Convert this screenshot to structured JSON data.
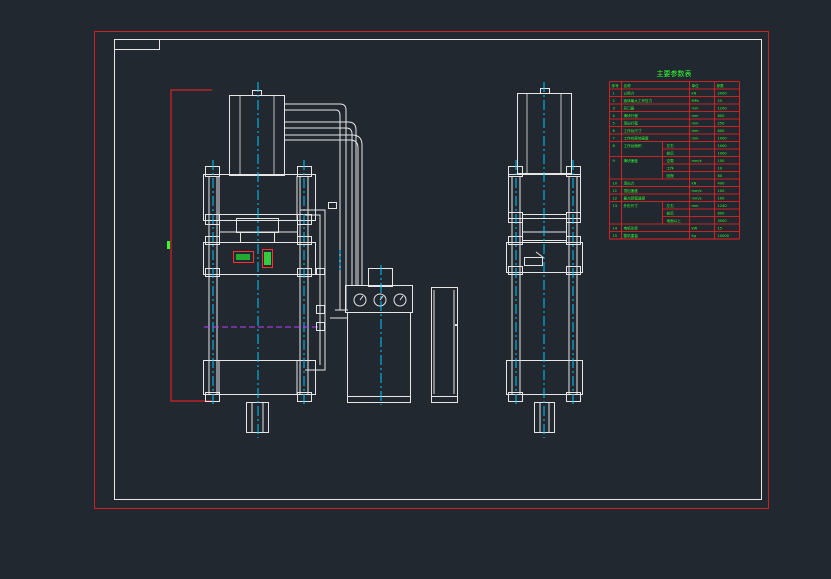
{
  "colors": {
    "background": "#212830",
    "frame_outer": "#cc2222",
    "frame_inner": "#e6e6e6",
    "machine_lines": "#e6e6e6",
    "centerlines": "#00c8ff",
    "table_grid": "#ff2020",
    "table_text": "#33ff33",
    "dimension": "#ff2020",
    "section_line": "#c040ff"
  },
  "drawing": {
    "views": [
      "front-view",
      "side-view"
    ],
    "parameter_table": {
      "title": "主要参数表",
      "header": [
        "序号",
        "名称",
        "单位",
        "参数"
      ],
      "rows": [
        {
          "no": "1",
          "name": "公称力",
          "sub": "",
          "unit": "kN",
          "value": "2000"
        },
        {
          "no": "2",
          "name": "液体最大工作压力",
          "sub": "",
          "unit": "MPa",
          "value": "25"
        },
        {
          "no": "3",
          "name": "开口高",
          "sub": "",
          "unit": "mm",
          "value": "1200"
        },
        {
          "no": "4",
          "name": "滑块行程",
          "sub": "",
          "unit": "mm",
          "value": "800"
        },
        {
          "no": "5",
          "name": "顶出行程",
          "sub": "",
          "unit": "mm",
          "value": "250"
        },
        {
          "no": "6",
          "name": "工作台尺寸",
          "sub": "",
          "unit": "mm",
          "value": "800"
        },
        {
          "no": "7",
          "name": "工作台离地高度",
          "sub": "",
          "unit": "mm",
          "value": "1000"
        },
        {
          "no": "8",
          "name": "工作台面积",
          "sub": "左右",
          "unit": "",
          "value": "1000"
        },
        {
          "no": "",
          "name": "",
          "sub": "前后",
          "unit": "",
          "value": "1000"
        },
        {
          "no": "9",
          "name": "滑块速度",
          "sub": "空载",
          "unit": "mm/s",
          "value": "100"
        },
        {
          "no": "",
          "name": "",
          "sub": "工作",
          "unit": "",
          "value": "10"
        },
        {
          "no": "",
          "name": "",
          "sub": "回程",
          "unit": "",
          "value": "80"
        },
        {
          "no": "10",
          "name": "顶出力",
          "sub": "",
          "unit": "kN",
          "value": "400"
        },
        {
          "no": "11",
          "name": "顶出速度",
          "sub": "",
          "unit": "mm/s",
          "value": "100"
        },
        {
          "no": "12",
          "name": "最大回程速度",
          "sub": "",
          "unit": "mm/s",
          "value": "100"
        },
        {
          "no": "13",
          "name": "外形尺寸",
          "sub": "左右",
          "unit": "mm",
          "value": "1240"
        },
        {
          "no": "",
          "name": "",
          "sub": "前后",
          "unit": "",
          "value": "800"
        },
        {
          "no": "",
          "name": "",
          "sub": "地面以上",
          "unit": "",
          "value": "3000"
        },
        {
          "no": "14",
          "name": "电机功率",
          "sub": "",
          "unit": "kW",
          "value": "15"
        },
        {
          "no": "15",
          "name": "整机重量",
          "sub": "",
          "unit": "kg",
          "value": "10000"
        }
      ]
    }
  }
}
